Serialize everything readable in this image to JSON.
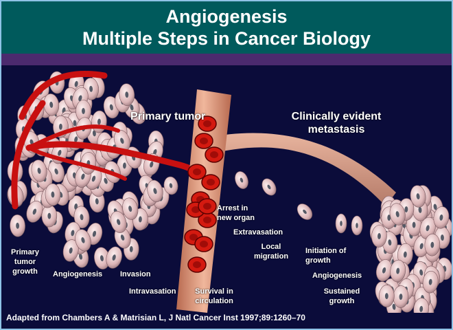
{
  "title": {
    "line1": "Angiogenesis",
    "line2": "Multiple Steps in Cancer Biology"
  },
  "headings": {
    "primary_tumor": "Primary tumor",
    "metastasis": "Clinically evident metastasis"
  },
  "steps": {
    "primary_growth": "Primary tumor growth",
    "angiogenesis_1": "Angiogenesis",
    "invasion": "Invasion",
    "intravasation": "Intravasation",
    "survival": "Survival in circulation",
    "arrest": "Arrest in new organ",
    "extravasation": "Extravasation",
    "local_migration": "Local migration",
    "initiation": "Initiation of growth",
    "angiogenesis_2": "Angiogenesis",
    "sustained": "Sustained growth"
  },
  "citation": "Adapted from Chambers A & Matrisian L, J Natl Cancer Inst 1997;89:1260–70",
  "colors": {
    "header": "#005a5c",
    "band": "#4b2a6e",
    "background": "#0b0c3a",
    "cell": "#e8c9c9",
    "vessel": "#cc1010"
  }
}
